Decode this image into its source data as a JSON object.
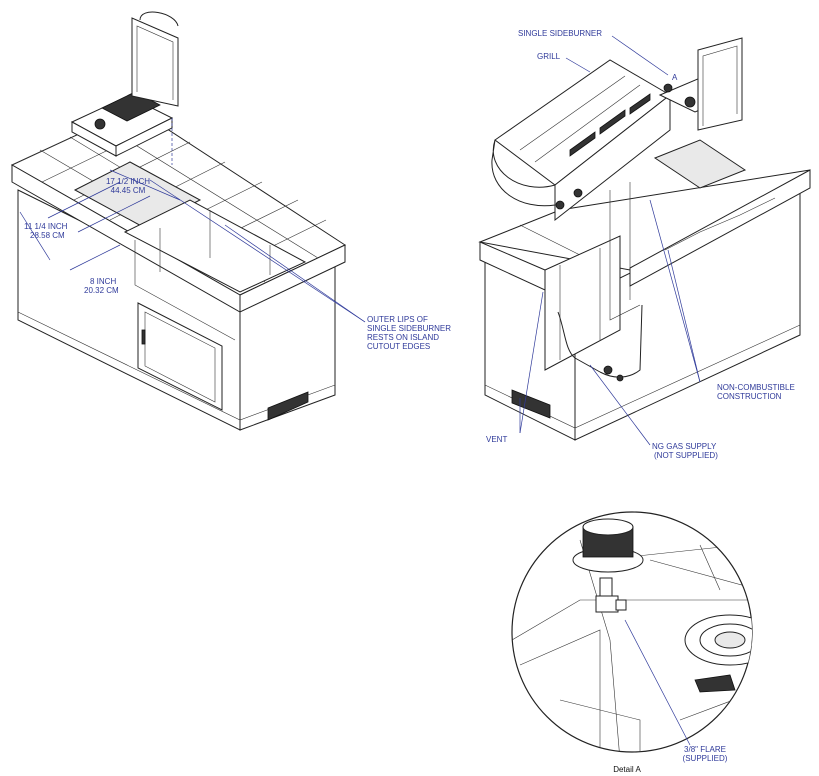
{
  "left_figure": {
    "dim_17": {
      "line1": "17 1/2 INCH",
      "line2": "44.45 CM"
    },
    "dim_11": {
      "line1": "11 1/4 INCH",
      "line2": "28.58 CM"
    },
    "dim_8": {
      "line1": "8 INCH",
      "line2": "20.32 CM"
    },
    "callout_lips": {
      "line1": "OUTER LIPS OF",
      "line2": "SINGLE SIDEBURNER",
      "line3": "RESTS ON ISLAND",
      "line4": "CUTOUT EDGES"
    }
  },
  "right_figure": {
    "label_sideburner": "SINGLE SIDEBURNER",
    "label_grill": "GRILL",
    "label_a": "A",
    "label_vent": "VENT",
    "label_noncombustible": {
      "line1": "NON-COMBUSTIBLE",
      "line2": "CONSTRUCTION"
    },
    "label_gas": {
      "line1": "NG GAS SUPPLY",
      "line2": "(NOT SUPPLIED)"
    }
  },
  "detail": {
    "flare": {
      "line1": "3/8\" FLARE",
      "line2": "(SUPPLIED)"
    },
    "caption": "Detail A"
  },
  "colors": {
    "annotation": "#2f3a9a",
    "line": "#222222"
  }
}
